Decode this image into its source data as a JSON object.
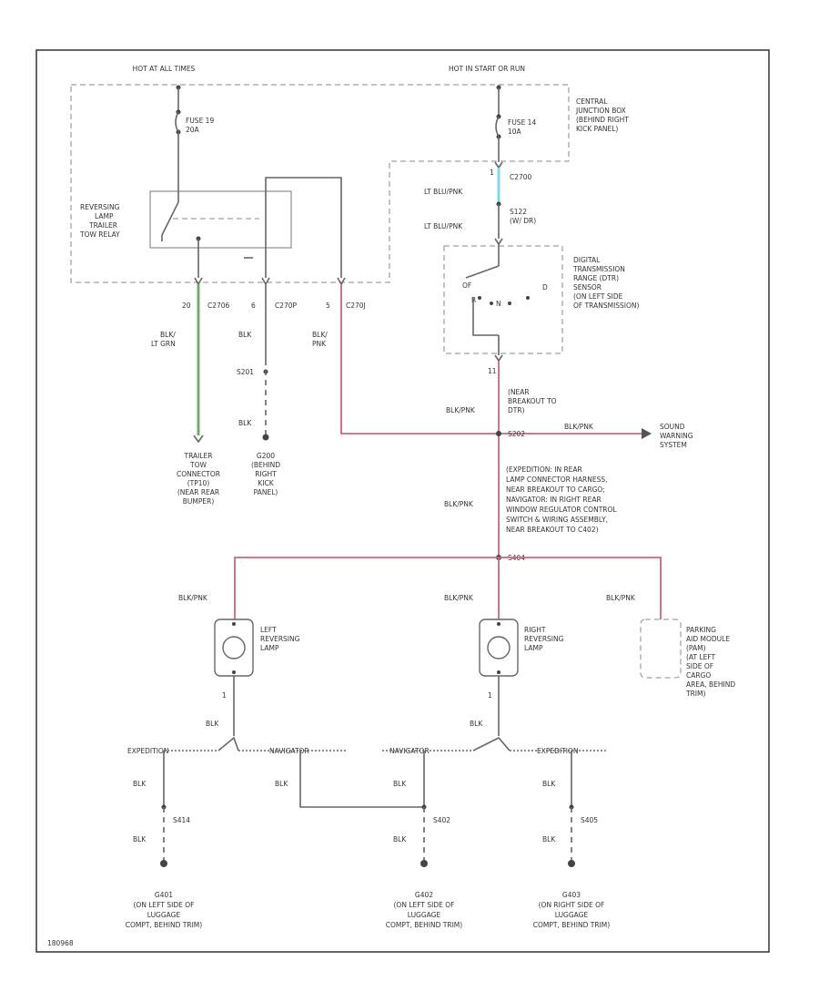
{
  "labels": {
    "hot_at_all_times": "HOT AT ALL TIMES",
    "hot_in_start_run": "HOT IN START OR RUN",
    "fuse19": [
      "FUSE 19",
      "20A"
    ],
    "fuse14": [
      "FUSE 14",
      "10A"
    ],
    "cjb": [
      "CENTRAL",
      "JUNCTION BOX",
      "(BEHIND RIGHT",
      "KICK PANEL)"
    ],
    "relay": [
      "REVERSING",
      "LAMP",
      "TRAILER",
      "TOW RELAY"
    ],
    "pins": {
      "p20": "20",
      "p6": "6",
      "p5": "5",
      "p1": "1",
      "p11": "11",
      "p1b": "1",
      "p1c": "1"
    },
    "conn_c2700": "C2700",
    "conn_c270p": "C270P",
    "conn_c270j": "C270J",
    "conn_c2706": "C2706",
    "conn_s122": [
      "S122",
      "(W/ DR)"
    ],
    "wire_lt_blu_pnk_1": "LT BLU/PNK",
    "wire_lt_blu_pnk_2": "LT BLU/PNK",
    "wire_blk_ltgrn": [
      "BLK/",
      "LT GRN"
    ],
    "wire_blk_pnk_relay": [
      "BLK/",
      "PNK"
    ],
    "wire_blk": "BLK",
    "s201": "S201",
    "dtr_switch": [
      "DIGITAL",
      "TRANSMISSION",
      "RANGE (DTR)",
      "SENSOR",
      "(ON LEFT SIDE",
      "OF TRANSMISSION)"
    ],
    "dtr_positions": [
      "OF",
      "R",
      "N",
      "D"
    ],
    "blk_pnk": "BLK/PNK",
    "s202_note": [
      "(NEAR",
      "BREAKOUT TO",
      "DTR)"
    ],
    "s202": "S202",
    "s202_right": "BLK/PNK",
    "sound_system": [
      "SOUND",
      "WARNING",
      "SYSTEM"
    ],
    "trailer_tow": [
      "TRAILER",
      "TOW",
      "CONNECTOR",
      "(TP10)",
      "(NEAR REAR",
      "BUMPER)"
    ],
    "g200": [
      "G200",
      "(BEHIND",
      "RIGHT",
      "KICK",
      "PANEL)"
    ],
    "splice_note": [
      "(EXPEDITION: IN REAR",
      "LAMP CONNECTOR HARNESS,",
      "NEAR BREAKOUT TO CARGO;",
      "NAVIGATOR: IN RIGHT REAR",
      "WINDOW REGULATOR CONTROL",
      "SWITCH & WIRING ASSEMBLY,",
      "NEAR BREAKOUT TO C402)"
    ],
    "s404": "S404",
    "left_lamp": [
      "LEFT",
      "REVERSING",
      "LAMP"
    ],
    "right_lamp": [
      "RIGHT",
      "REVERSING",
      "LAMP"
    ],
    "parking_aid": [
      "PARKING",
      "AID MODULE",
      "(PAM)",
      "(AT LEFT",
      "SIDE OF",
      "CARGO",
      "AREA, BEHIND",
      "TRIM)"
    ],
    "expedition": "EXPEDITION",
    "navigator": "NAVIGATOR",
    "s414": "S414",
    "s402": "S402",
    "s405": "S405",
    "g401": [
      "G401",
      "(ON LEFT SIDE OF",
      "LUGGAGE",
      "COMPT, BEHIND TRIM)"
    ],
    "g402": [
      "G402",
      "(ON LEFT SIDE OF",
      "LUGGAGE",
      "COMPT, BEHIND TRIM)"
    ],
    "g403": [
      "G403",
      "(ON RIGHT SIDE OF",
      "LUGGAGE",
      "COMPT, BEHIND TRIM)"
    ],
    "footer_code": "180968"
  },
  "colors": {
    "pink_wire": "#c56a7a",
    "green_wire": "#6fae6a",
    "cyan_wire": "#7fd9e6"
  }
}
